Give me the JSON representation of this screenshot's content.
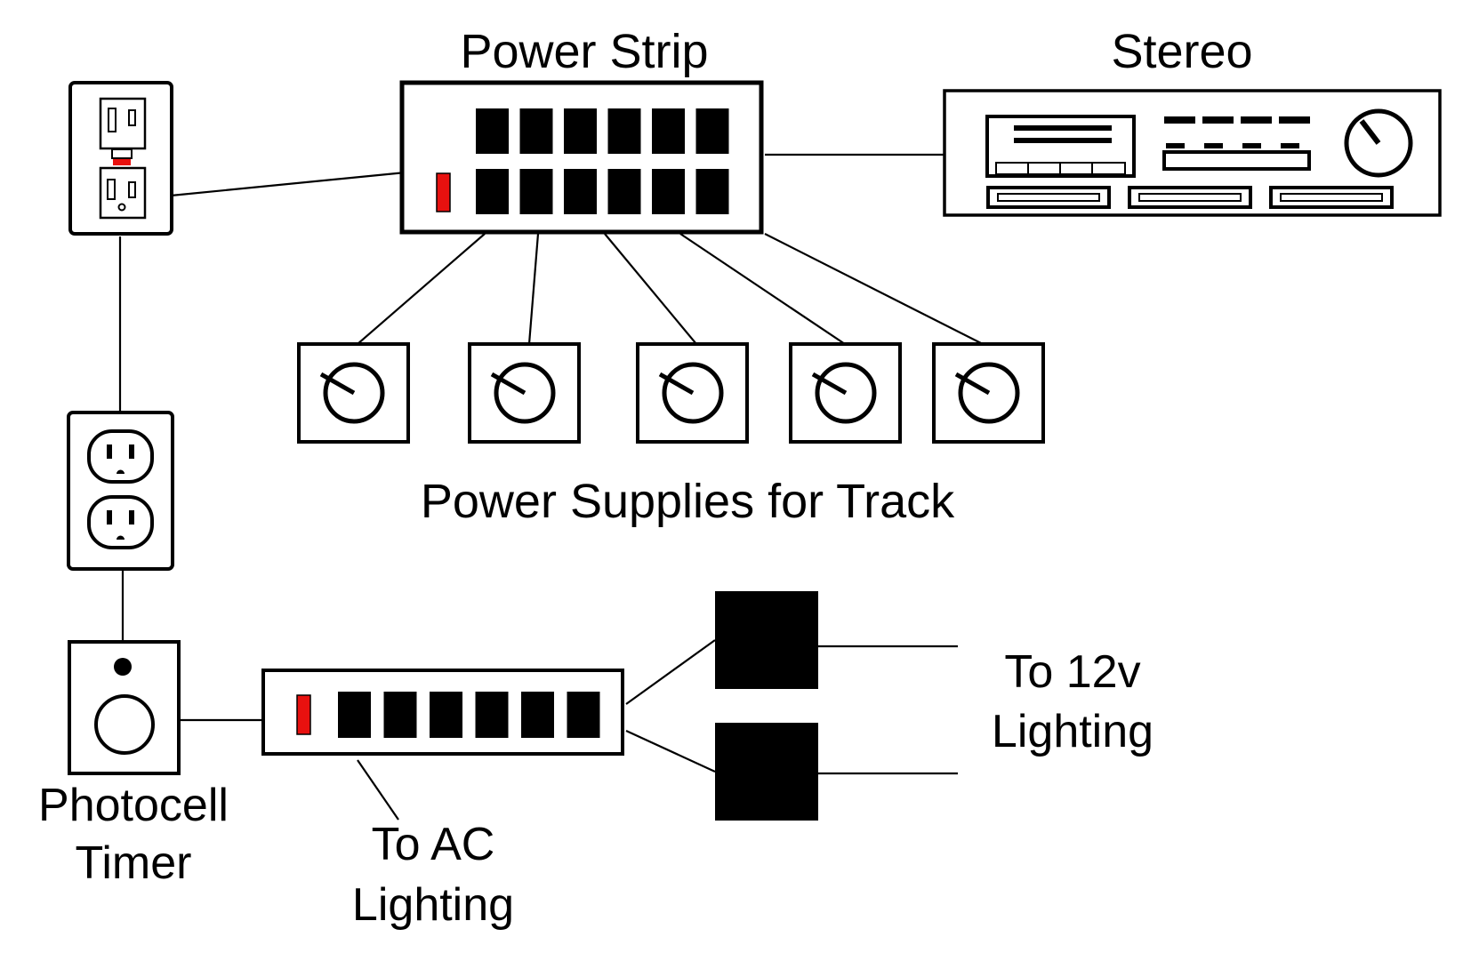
{
  "labels": {
    "power_strip": "Power Strip",
    "stereo": "Stereo",
    "power_supplies": "Power Supplies for Track",
    "photocell_line1": "Photocell",
    "photocell_line2": "Timer",
    "ac_line1": "To AC",
    "ac_line2": "Lighting",
    "dc_line1": "To 12v",
    "dc_line2": "Lighting"
  },
  "colors": {
    "ink": "#000000",
    "indicator": "#e8110f",
    "background": "#ffffff"
  },
  "components": {
    "main_power_strip_outlets": 12,
    "track_power_supplies": 5,
    "lighting_strip_outlets": 6,
    "transformers": 2
  }
}
